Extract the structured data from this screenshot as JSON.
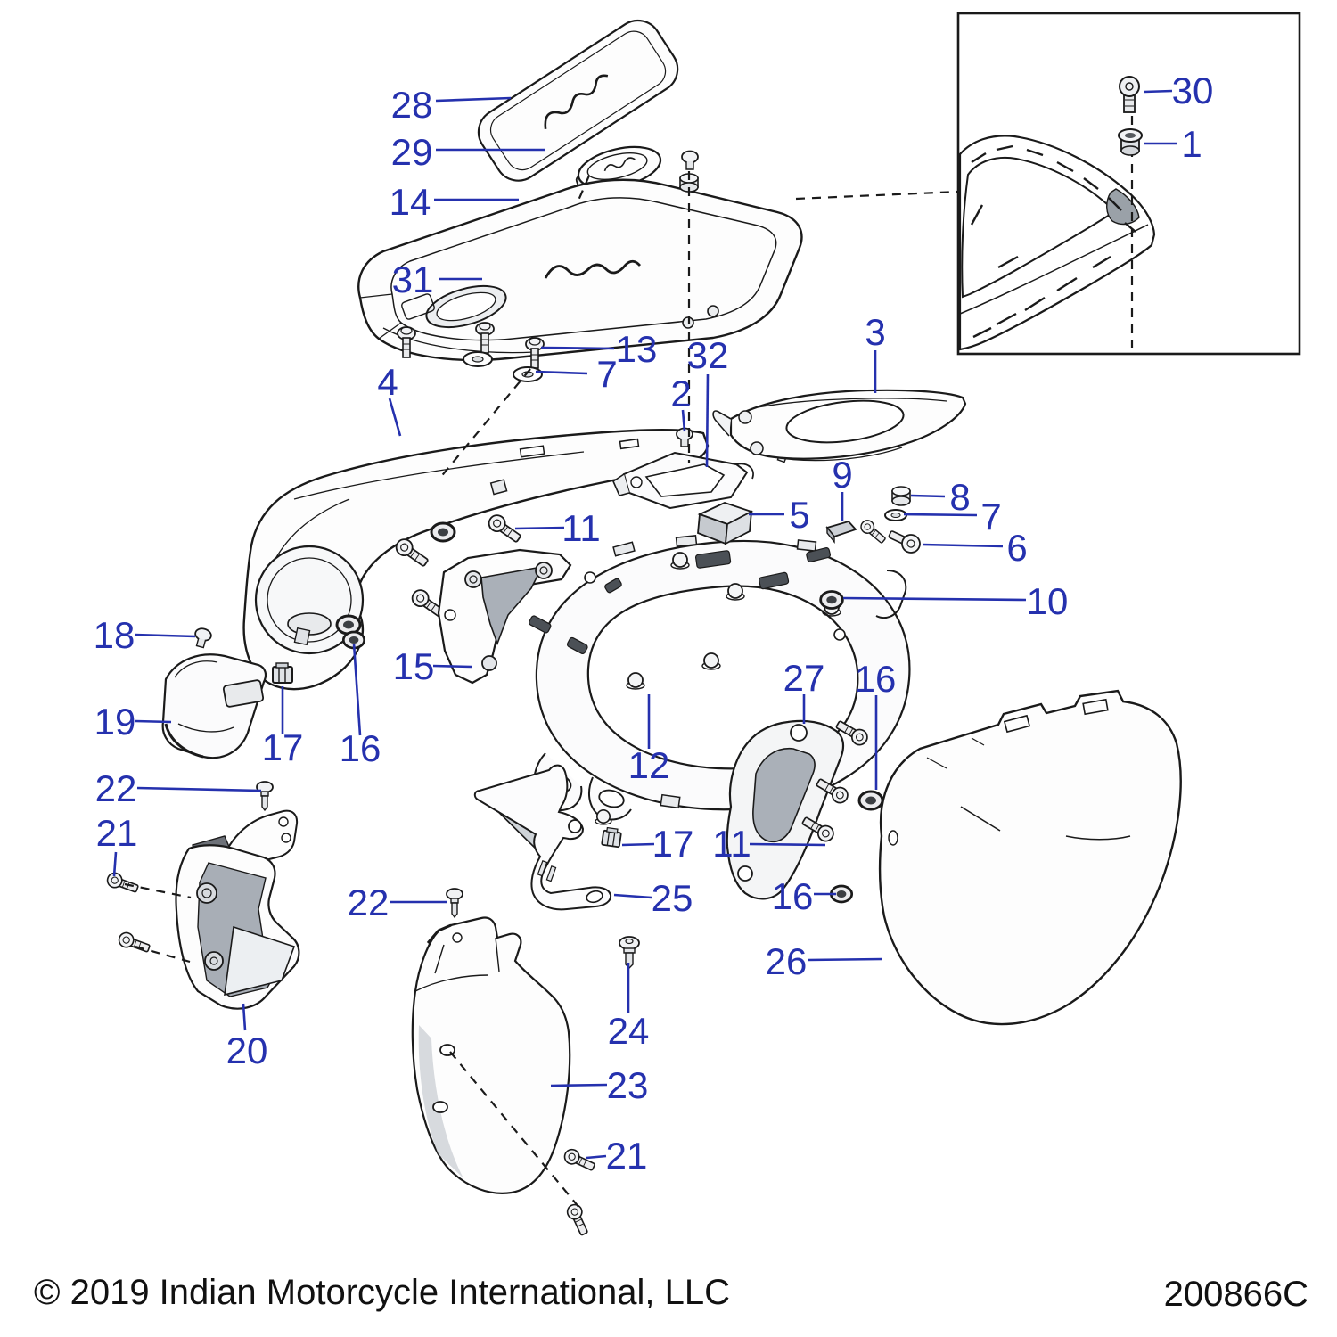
{
  "diagram": {
    "kind": "exploded-parts-diagram",
    "footer": {
      "copyright": "© 2019 Indian Motorcycle International, LLC",
      "doc_id": "200866C"
    },
    "colors": {
      "label": "#2531AE",
      "line": "#1A1A1A",
      "background": "#FFFFFF"
    },
    "callouts": [
      {
        "text": "28"
      },
      {
        "text": "29"
      },
      {
        "text": "14"
      },
      {
        "text": "31"
      },
      {
        "text": "13"
      },
      {
        "text": "7"
      },
      {
        "text": "4"
      },
      {
        "text": "2"
      },
      {
        "text": "32"
      },
      {
        "text": "3"
      },
      {
        "text": "9"
      },
      {
        "text": "8"
      },
      {
        "text": "7"
      },
      {
        "text": "5"
      },
      {
        "text": "6"
      },
      {
        "text": "10"
      },
      {
        "text": "11"
      },
      {
        "text": "15"
      },
      {
        "text": "18"
      },
      {
        "text": "19"
      },
      {
        "text": "17"
      },
      {
        "text": "16"
      },
      {
        "text": "12"
      },
      {
        "text": "27"
      },
      {
        "text": "16"
      },
      {
        "text": "22"
      },
      {
        "text": "21"
      },
      {
        "text": "17"
      },
      {
        "text": "11"
      },
      {
        "text": "22"
      },
      {
        "text": "25"
      },
      {
        "text": "16"
      },
      {
        "text": "26"
      },
      {
        "text": "20"
      },
      {
        "text": "24"
      },
      {
        "text": "23"
      },
      {
        "text": "21"
      },
      {
        "text": "30"
      },
      {
        "text": "1"
      }
    ]
  }
}
